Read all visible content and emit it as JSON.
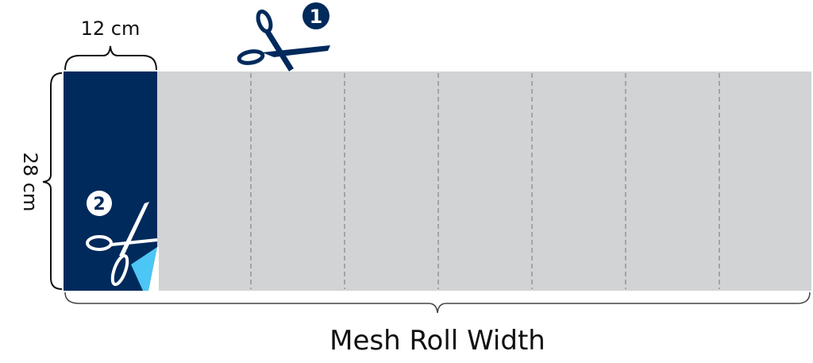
{
  "labels": {
    "strip_width": "12 cm",
    "strip_height": "28 cm",
    "roll_width": "Mesh Roll Width",
    "step1": "1",
    "step2": "2"
  },
  "colors": {
    "strip": "#002a5c",
    "mesh": "#d2d3d5",
    "accent": "#4cc6f4",
    "dash": "#8a8a8a"
  },
  "icons": [
    "scissors-icon",
    "scissors-icon"
  ],
  "segments": 8
}
